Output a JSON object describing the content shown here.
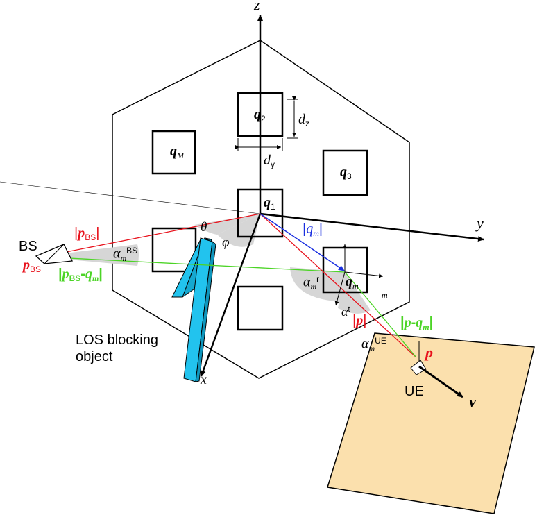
{
  "axes": {
    "x": "x",
    "y": "y",
    "z": "z"
  },
  "panels": {
    "q1_base": "q",
    "q1_sub": "1",
    "q2_base": "q",
    "q2_sub": "2",
    "q3_base": "q",
    "q3_sub": "3",
    "qM_base": "q",
    "qM_sub": "M",
    "qm_base": "q",
    "qm_sub": "m"
  },
  "dimensions": {
    "dz_base": "d",
    "dz_sub": "z",
    "dy_base": "d",
    "dy_sub": "y"
  },
  "angles": {
    "theta": "θ",
    "phi": "φ",
    "alpha_bs_base": "α",
    "alpha_bs_sub": "m",
    "alpha_bs_sup": "BS",
    "alpha_r_base": "α",
    "alpha_r_sub": "m",
    "alpha_r_sup": "r",
    "alpha_t_base": "α",
    "alpha_t_sup": "t",
    "alpha_ue_base": "α",
    "alpha_ue_sub": "m",
    "alpha_ue_sup": "UE",
    "m_small": "m"
  },
  "vectors": {
    "norm_pbs_bar": "|",
    "norm_pbs_base": "p",
    "norm_pbs_sub": "BS",
    "norm_qm_bar": "|",
    "norm_qm_base": "q",
    "norm_qm_sub": "m",
    "diff_bs_bar": "|",
    "diff_bs_p": "p",
    "diff_bs_sub": "BS",
    "diff_bs_minus": "-",
    "diff_bs_q": "q",
    "diff_bs_qsub": "m",
    "norm_p_bar": "|",
    "norm_p_base": "p",
    "diff_ue_bar": "|",
    "diff_ue_p": "p",
    "diff_ue_minus": "-",
    "diff_ue_q": "q",
    "diff_ue_qsub": "m",
    "p_base": "p",
    "pbs_base": "p",
    "pbs_sub": "BS",
    "v": "v"
  },
  "labels": {
    "bs": "BS",
    "ue": "UE",
    "blocking_line1": "LOS blocking",
    "blocking_line2": "object"
  },
  "colors": {
    "bs_path": "#e8121c",
    "reflect_path": "#4cd426",
    "panel_vector": "#1a2fe0",
    "blocker": "#22c3ee",
    "ue_plane": "#fbe0ad"
  }
}
